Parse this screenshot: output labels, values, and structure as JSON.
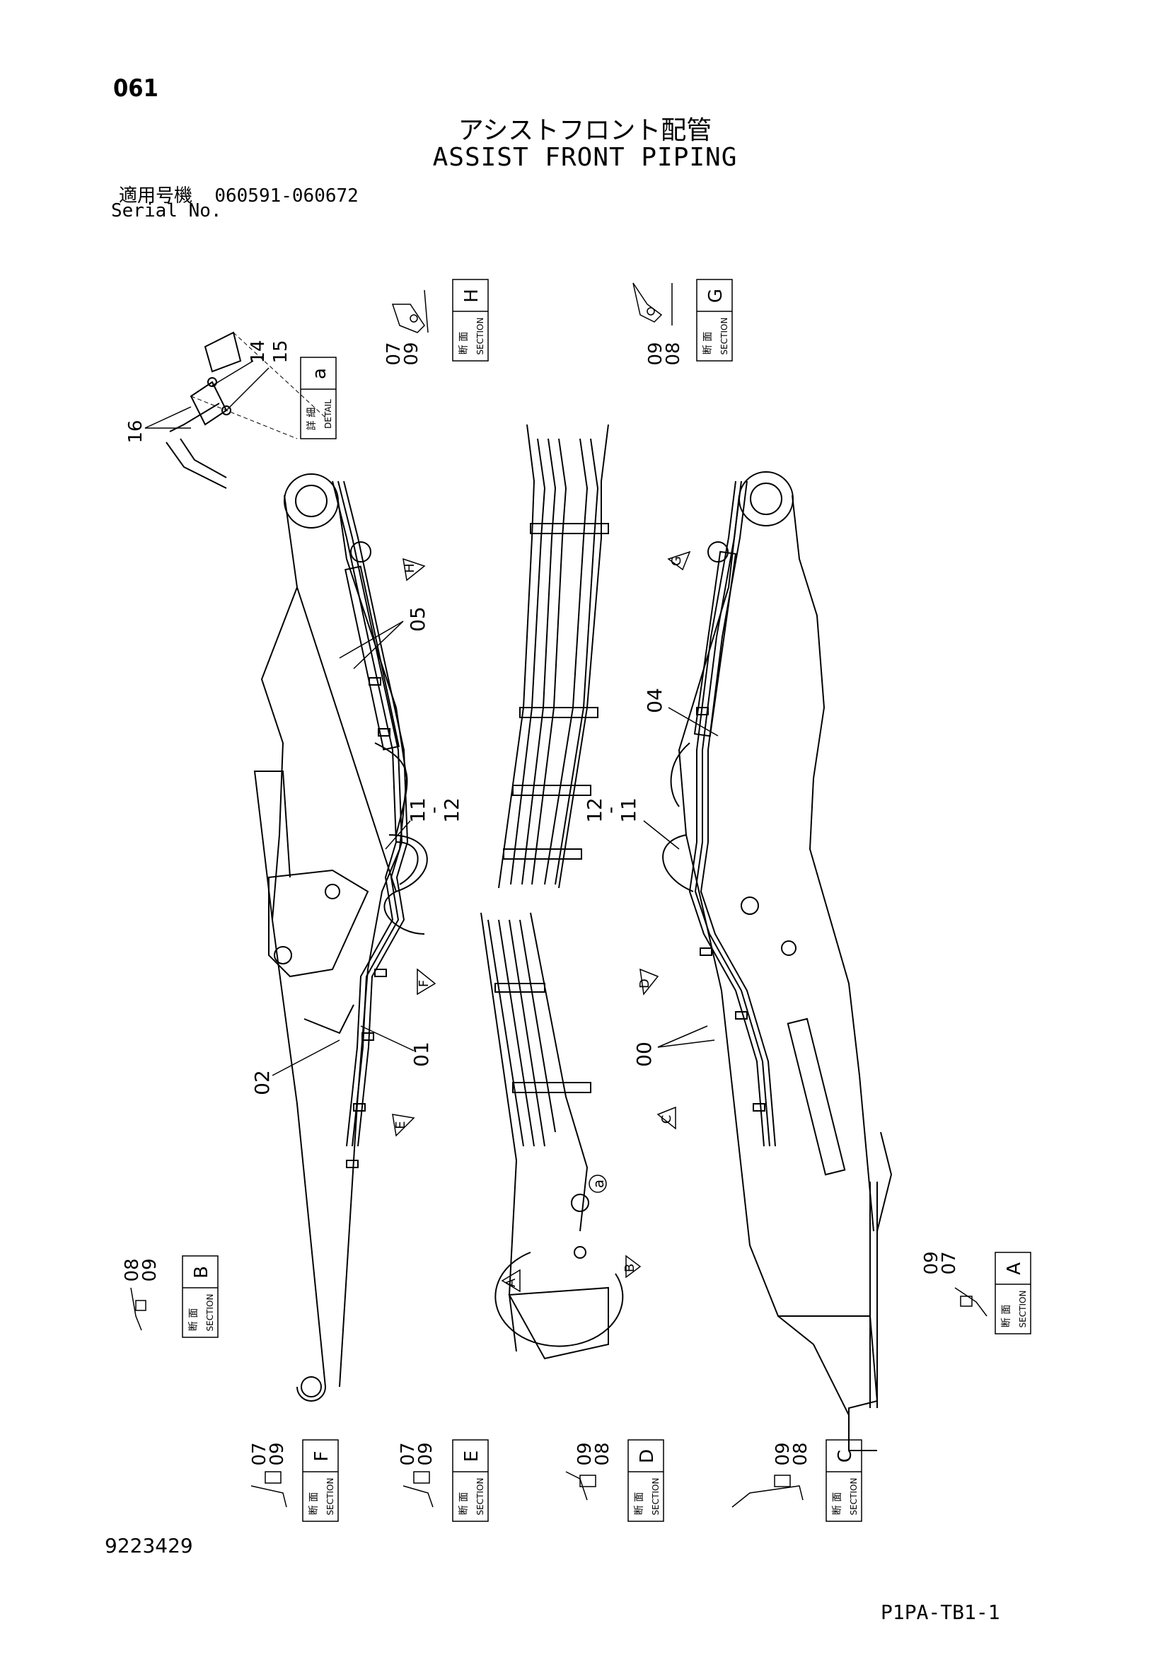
{
  "header": {
    "page_number": "061",
    "title_jp": "アシストフロント配管",
    "title_en": "ASSIST FRONT PIPING",
    "serial_label_jp": "適用号機",
    "serial_range": "060591-060672",
    "serial_label_en": "Serial No."
  },
  "footer": {
    "drawing_number": "9223429",
    "sheet_code": "P1PA-TB1-1"
  },
  "views": {
    "section_H": {
      "kanji": "断 面",
      "label": "SECTION",
      "letter": "H",
      "parts": [
        "07",
        "09"
      ]
    },
    "section_G": {
      "kanji": "断 面",
      "label": "SECTION",
      "letter": "G",
      "parts": [
        "09",
        "08"
      ]
    },
    "detail_a": {
      "kanji": "詳 細",
      "label": "DETAIL",
      "letter": "a",
      "parts": [
        "14",
        "15",
        "16"
      ]
    },
    "section_B": {
      "kanji": "断 面",
      "label": "SECTION",
      "letter": "B",
      "parts": [
        "08",
        "09"
      ]
    },
    "section_A": {
      "kanji": "断 面",
      "label": "SECTION",
      "letter": "A",
      "parts": [
        "09",
        "07"
      ]
    },
    "section_F": {
      "kanji": "断 面",
      "label": "SECTION",
      "letter": "F",
      "parts": [
        "07",
        "09"
      ]
    },
    "section_E": {
      "kanji": "断 面",
      "label": "SECTION",
      "letter": "E",
      "parts": [
        "07",
        "09"
      ]
    },
    "section_D": {
      "kanji": "断 面",
      "label": "SECTION",
      "letter": "D",
      "parts": [
        "09",
        "08"
      ]
    },
    "section_C": {
      "kanji": "断 面",
      "label": "SECTION",
      "letter": "C",
      "parts": [
        "09",
        "08"
      ]
    }
  },
  "callouts": {
    "c05": "05",
    "c04": "04",
    "c11_12_left": [
      "11",
      "-",
      "12"
    ],
    "c12_11_right": [
      "12",
      "-",
      "11"
    ],
    "c01": "01",
    "c02": "02",
    "c00": "00",
    "detail_ref": "a"
  },
  "section_markers": [
    "H",
    "G",
    "F",
    "E",
    "D",
    "C",
    "A",
    "B"
  ]
}
